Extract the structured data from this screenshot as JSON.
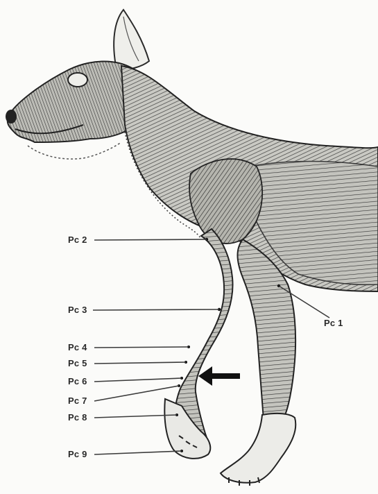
{
  "labels": {
    "pc1": "Pc 1",
    "pc2": "Pc 2",
    "pc3": "Pc 3",
    "pc4": "Pc 4",
    "pc5": "Pc 5",
    "pc6": "Pc 6",
    "pc7": "Pc 7",
    "pc8": "Pc 8",
    "pc9": "Pc 9"
  },
  "colors": {
    "ink": "#2a2a2a",
    "paper": "#fbfbf9",
    "muscle": "#b9b9b3"
  },
  "icons": {
    "indicator": "arrow-left-icon"
  }
}
